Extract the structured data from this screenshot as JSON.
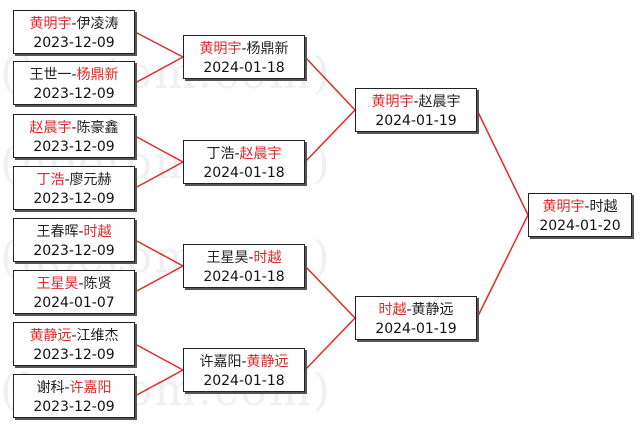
{
  "watermark": [
    "(hoetom.com)",
    "(hoetom.com)",
    "(hoetom.com)",
    "(hoetom.com)"
  ],
  "colors": {
    "winner": "#e02a2a",
    "loser": "#222222",
    "connector": "#e02a2a"
  },
  "rounds": [
    [
      {
        "p1": "黄明宇",
        "p2": "伊凌涛",
        "winner": 1,
        "date": "2023-12-09"
      },
      {
        "p1": "王世一",
        "p2": "杨鼎新",
        "winner": 2,
        "date": "2023-12-09"
      },
      {
        "p1": "赵晨宇",
        "p2": "陈豪鑫",
        "winner": 1,
        "date": "2023-12-09"
      },
      {
        "p1": "丁浩",
        "p2": "廖元赫",
        "winner": 1,
        "date": "2023-12-09"
      },
      {
        "p1": "王春晖",
        "p2": "时越",
        "winner": 2,
        "date": "2023-12-09"
      },
      {
        "p1": "王星昊",
        "p2": "陈贤",
        "winner": 1,
        "date": "2024-01-07"
      },
      {
        "p1": "黄静远",
        "p2": "江维杰",
        "winner": 1,
        "date": "2023-12-09"
      },
      {
        "p1": "谢科",
        "p2": "许嘉阳",
        "winner": 2,
        "date": "2023-12-09"
      }
    ],
    [
      {
        "p1": "黄明宇",
        "p2": "杨鼎新",
        "winner": 1,
        "date": "2024-01-18"
      },
      {
        "p1": "丁浩",
        "p2": "赵晨宇",
        "winner": 2,
        "date": "2024-01-18"
      },
      {
        "p1": "王星昊",
        "p2": "时越",
        "winner": 2,
        "date": "2024-01-18"
      },
      {
        "p1": "许嘉阳",
        "p2": "黄静远",
        "winner": 2,
        "date": "2024-01-18"
      }
    ],
    [
      {
        "p1": "黄明宇",
        "p2": "赵晨宇",
        "winner": 1,
        "date": "2024-01-19"
      },
      {
        "p1": "时越",
        "p2": "黄静远",
        "winner": 1,
        "date": "2024-01-19"
      }
    ],
    [
      {
        "p1": "黄明宇",
        "p2": "时越",
        "winner": 1,
        "date": "2024-01-20"
      }
    ]
  ]
}
